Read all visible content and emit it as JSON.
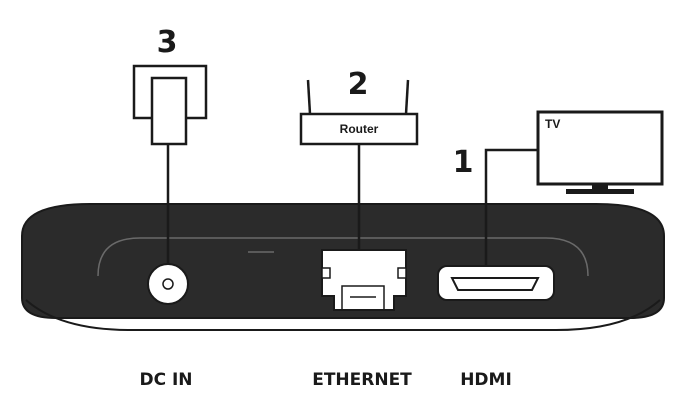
{
  "steps": {
    "hdmi": "1",
    "router": "2",
    "power": "3"
  },
  "devices": {
    "router_label": "Router",
    "tv_label": "TV"
  },
  "ports": {
    "dc_in": "DC IN",
    "ethernet": "ETHERNET",
    "hdmi": "HDMI"
  },
  "colors": {
    "device_body": "#2b2b2b",
    "outline": "#1a1a1a",
    "background": "#ffffff"
  }
}
